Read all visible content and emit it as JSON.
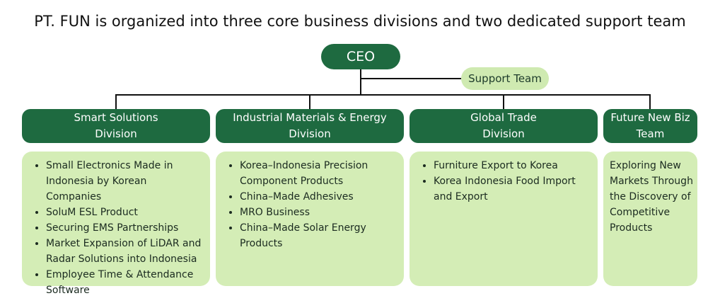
{
  "title": "PT. FUN is organized into three core business divisions and two dedicated support team",
  "ceo": "CEO",
  "support_team": "Support Team",
  "divisions": [
    {
      "name_line1": "Smart Solutions",
      "name_line2": "Division",
      "items": [
        "Small Electronics Made in Indonesia by Korean Companies",
        "SoluM ESL Product",
        "Securing EMS Partnerships",
        "Market Expansion of LiDAR and Radar Solutions into Indonesia",
        "Employee Time & Attendance Software"
      ]
    },
    {
      "name_line1": "Industrial Materials & Energy",
      "name_line2": "Division",
      "items": [
        "Korea–Indonesia Precision Component Products",
        "China–Made Adhesives",
        "MRO Business",
        "China–Made Solar Energy Products"
      ]
    },
    {
      "name_line1": "Global Trade",
      "name_line2": "Division",
      "items": [
        "Furniture Export to Korea",
        "Korea Indonesia Food Import and Export"
      ]
    },
    {
      "name_line1": "Future New Biz",
      "name_line2": "Team",
      "description": "Exploring New Markets Through the Discovery of Competitive Products"
    }
  ],
  "colors": {
    "dark_green": "#1e6a40",
    "light_green": "#d4edb6",
    "connector": "#111111"
  }
}
